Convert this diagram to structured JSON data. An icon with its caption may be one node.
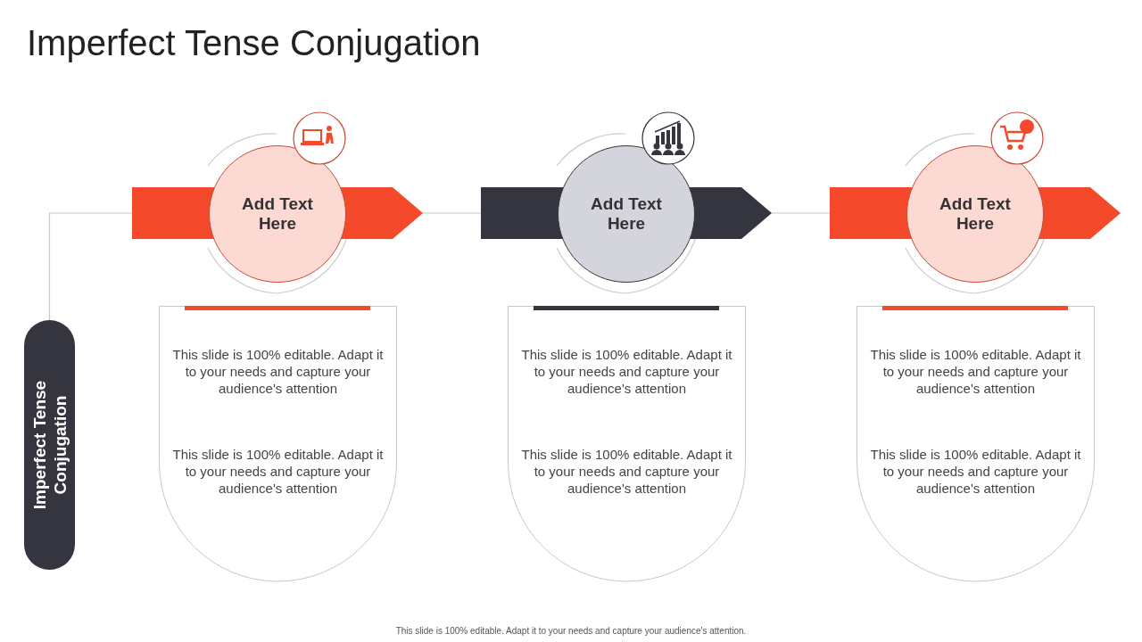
{
  "diagram": {
    "title": "Imperfect Tense Conjugation",
    "nodes": [
      {
        "text": [
          "Imperfect Tense Conjugation"
        ]
      },
      {
        "text": [
          "Add Text Here"
        ]
      },
      {
        "text": [
          "Add Text Here"
        ]
      },
      {
        "text": [
          "Add Text Here"
        ]
      },
      {
        "text": [
          "This slide is 100% editable. Adapt it to your needs and capture your audience's attention",
          "This slide is 100% editable. Adapt it to your needs and capture your audience's attention"
        ]
      },
      {
        "text": [
          "This slide is 100% editable. Adapt it to your needs and capture your audience's attention",
          "This slide is 100% editable. Adapt it to your needs and capture your audience's attention"
        ]
      },
      {
        "text": [
          "This slide is 100% editable. Adapt it to your needs and capture your audience's attention",
          "This slide is 100% editable. Adapt it to your needs and capture your audience's attention"
        ]
      }
    ],
    "edges": [
      {
        "from": 0,
        "to": 1,
        "arrow": "none"
      },
      {
        "from": 1,
        "to": 2,
        "arrow": "none"
      },
      {
        "from": 2,
        "to": 3,
        "arrow": "none"
      }
    ],
    "labels": [
      "This slide is 100% editable. Adapt it to your needs and capture your audience's attention."
    ]
  }
}
